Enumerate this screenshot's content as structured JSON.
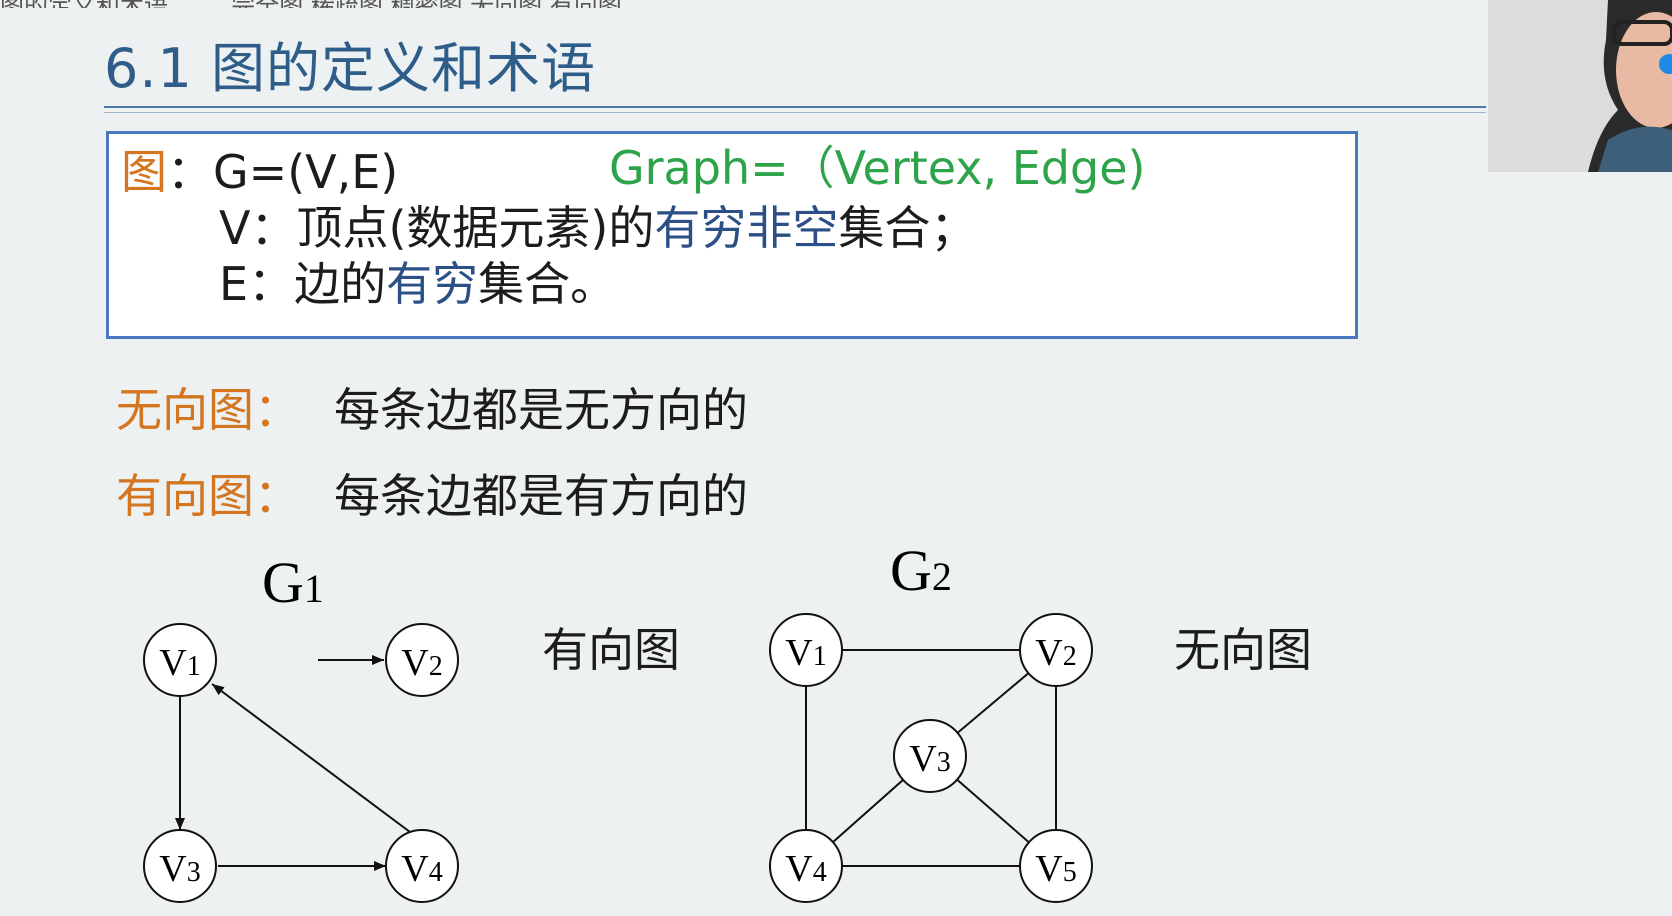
{
  "header": {
    "topline": "图的定义和术语 ……  完全图 稀疏图 稠密图 无向图 有向图",
    "title": "6.1 图的定义和术语"
  },
  "definition": {
    "graph_label": "图",
    "colon": "：",
    "formula": "G=(V,E)",
    "english": "Graph=（Vertex, Edge)",
    "v_line": {
      "prefix": "V：顶点(数据元素)的",
      "highlight": "有穷非空",
      "suffix": "集合；"
    },
    "e_line": {
      "prefix": "E：边的",
      "highlight": "有穷",
      "suffix": "集合。"
    }
  },
  "terms": [
    {
      "term": "无向图",
      "colon": "：",
      "desc": "每条边都是无方向的"
    },
    {
      "term": "有向图",
      "colon": "：",
      "desc": "每条边都是有方向的"
    }
  ],
  "graphs": {
    "g1": {
      "title": "G",
      "subscript": "1",
      "caption": "有向图",
      "nodes": [
        {
          "id": "V1",
          "label": "V",
          "sub": "1"
        },
        {
          "id": "V2",
          "label": "V",
          "sub": "2"
        },
        {
          "id": "V3",
          "label": "V",
          "sub": "3"
        },
        {
          "id": "V4",
          "label": "V",
          "sub": "4"
        }
      ],
      "edges": [
        {
          "from": "V1",
          "to": "V2",
          "directed": true
        },
        {
          "from": "V1",
          "to": "V3",
          "directed": true
        },
        {
          "from": "V3",
          "to": "V4",
          "directed": true
        },
        {
          "from": "V4",
          "to": "V1",
          "directed": true
        }
      ]
    },
    "g2": {
      "title": "G",
      "subscript": "2",
      "caption": "无向图",
      "nodes": [
        {
          "id": "V1",
          "label": "V",
          "sub": "1"
        },
        {
          "id": "V2",
          "label": "V",
          "sub": "2"
        },
        {
          "id": "V3",
          "label": "V",
          "sub": "3"
        },
        {
          "id": "V4",
          "label": "V",
          "sub": "4"
        },
        {
          "id": "V5",
          "label": "V",
          "sub": "5"
        }
      ],
      "edges": [
        {
          "from": "V1",
          "to": "V2",
          "directed": false
        },
        {
          "from": "V1",
          "to": "V4",
          "directed": false
        },
        {
          "from": "V2",
          "to": "V3",
          "directed": false
        },
        {
          "from": "V2",
          "to": "V5",
          "directed": false
        },
        {
          "from": "V3",
          "to": "V4",
          "directed": false
        },
        {
          "from": "V3",
          "to": "V5",
          "directed": false
        },
        {
          "from": "V4",
          "to": "V5",
          "directed": false
        }
      ]
    }
  },
  "colors": {
    "title": "#2f5d8a",
    "orange": "#d4751f",
    "green": "#2ea44a",
    "blue": "#2b4f86",
    "box_border": "#4a79bf"
  }
}
